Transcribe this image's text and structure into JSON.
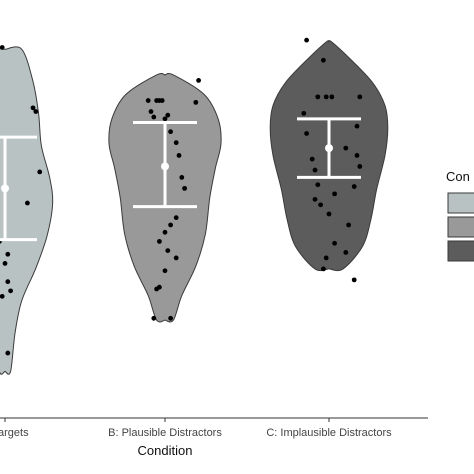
{
  "chart_data": {
    "type": "violin",
    "xlabel": "Condition",
    "ylabel": "",
    "categories": [
      "A: Targets",
      "B: Plausible Distractors",
      "C: Implausible Distractors"
    ],
    "category_tick_labels": [
      "argets",
      "B: Plausible Distractors",
      "C: Implausible Distractors"
    ],
    "colors": [
      "#b8c2c2",
      "#999999",
      "#5c5c5c"
    ],
    "ylim": [
      0,
      100
    ],
    "grid": false,
    "legend": {
      "title": "Con",
      "position": "right",
      "entries": [
        "",
        "",
        ""
      ]
    },
    "series": [
      {
        "category": "A: Targets",
        "mean": 57,
        "ci": [
          43,
          71
        ],
        "violin_range": [
          7,
          95
        ],
        "points": [
          [
            -0.05,
            95.5
          ],
          [
            0.4,
            53.0
          ],
          [
            0.5,
            79.0
          ],
          [
            0.55,
            78.0
          ],
          [
            0.62,
            61.5
          ],
          [
            -0.1,
            42.5
          ],
          [
            0.05,
            39.0
          ],
          [
            0.0,
            36.5
          ],
          [
            0.05,
            31.5
          ],
          [
            0.1,
            29.0
          ],
          [
            -0.05,
            27.5
          ],
          [
            0.05,
            12.0
          ]
        ]
      },
      {
        "category": "B: Plausible Distractors",
        "mean": 63,
        "ci": [
          52,
          75
        ],
        "violin_range": [
          21,
          88
        ],
        "points": [
          [
            0.6,
            86.5
          ],
          [
            0.55,
            80.5
          ],
          [
            -0.3,
            81.0
          ],
          [
            -0.25,
            78.0
          ],
          [
            -0.2,
            76.5
          ],
          [
            -0.15,
            81.0
          ],
          [
            -0.1,
            81.0
          ],
          [
            -0.05,
            81.0
          ],
          [
            0.0,
            76.0
          ],
          [
            0.05,
            77.0
          ],
          [
            0.1,
            72.5
          ],
          [
            0.2,
            69.5
          ],
          [
            0.25,
            66.0
          ],
          [
            0.3,
            60.0
          ],
          [
            0.35,
            57.0
          ],
          [
            0.2,
            49.0
          ],
          [
            0.1,
            47.0
          ],
          [
            0.0,
            45.0
          ],
          [
            -0.1,
            42.5
          ],
          [
            0.05,
            40.0
          ],
          [
            0.0,
            34.5
          ],
          [
            -0.15,
            29.5
          ],
          [
            -0.1,
            30.0
          ],
          [
            0.2,
            38.0
          ],
          [
            0.1,
            21.5
          ],
          [
            -0.2,
            21.5
          ]
        ]
      },
      {
        "category": "C: Implausible Distractors",
        "mean": 68,
        "ci": [
          60,
          76
        ],
        "violin_range": [
          35,
          97
        ],
        "points": [
          [
            -0.4,
            97.5
          ],
          [
            -0.1,
            92.0
          ],
          [
            -0.2,
            82.0
          ],
          [
            -0.05,
            82.0
          ],
          [
            0.05,
            82.0
          ],
          [
            -0.45,
            77.5
          ],
          [
            -0.4,
            72.0
          ],
          [
            0.5,
            74.0
          ],
          [
            0.55,
            82.0
          ],
          [
            0.3,
            68.0
          ],
          [
            0.5,
            66.0
          ],
          [
            0.55,
            63.0
          ],
          [
            0.45,
            57.5
          ],
          [
            -0.3,
            65.0
          ],
          [
            -0.25,
            62.0
          ],
          [
            -0.2,
            58.0
          ],
          [
            -0.25,
            54.0
          ],
          [
            0.1,
            55.5
          ],
          [
            -0.15,
            52.5
          ],
          [
            0.0,
            50.0
          ],
          [
            0.35,
            47.0
          ],
          [
            0.3,
            39.5
          ],
          [
            0.1,
            42.0
          ],
          [
            0.45,
            32.0
          ],
          [
            -0.05,
            38.0
          ],
          [
            -0.1,
            35.0
          ]
        ]
      }
    ]
  }
}
